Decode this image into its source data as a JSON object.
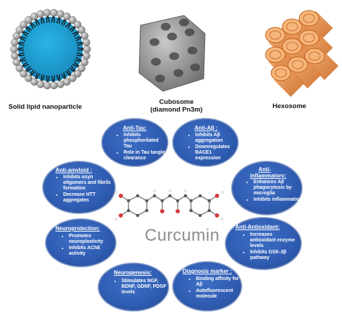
{
  "nanocarriers": {
    "sln_label": "Solid lipid nanoparticle",
    "cubosome_label_line1": "Cubosome",
    "cubosome_label_line2": "(diamond Pn3m)",
    "hexosome_label": "Hexosome"
  },
  "center_label": "Curcumin",
  "colors": {
    "oval_fill": "#2f5db3",
    "oval_border": "#9fb4d8",
    "sln_core": "#1fa3d6",
    "hexosome": "#d9782d",
    "cubosome": "#8a8a8a"
  },
  "effects": {
    "anti_tau": {
      "title": "Anti-Tau:",
      "items": [
        "Inhibits phosphorilated Tau",
        "Role in Tau tangle clearance"
      ]
    },
    "anti_abeta": {
      "title": "Anti-Aβ :",
      "items": [
        "Inhibits Aβ aggregation",
        "Downregulates BACE1 expression"
      ]
    },
    "anti_amyloid": {
      "title": "Anti-amyloid :",
      "items": [
        "Inhibits αsyn oligomers and fibrils formation",
        "Decrease HTT aggregates"
      ]
    },
    "anti_inflammatory": {
      "title_line1": "Anti-",
      "title_line2": "inflammatory:",
      "items": [
        "Enhances Aβ phagocytosis by microglia",
        "Inhibits inflammation"
      ]
    },
    "neuroprotection": {
      "title": "Neuroprotection:",
      "items": [
        "Promotes neuroplasticity",
        "Inhibits AChE activity"
      ]
    },
    "anti_antioxidant": {
      "title": "Anti-Antioxidant:",
      "items": [
        "Increases antioxidant enzyme levels",
        "Inhibits GSK-3β pathway"
      ]
    },
    "neurogenesis": {
      "title": "Neurogenesis:",
      "items": [
        "Stimulates NGF, BDNF, GDNF, PDGF levels"
      ]
    },
    "diagnosis_marker": {
      "title": "Diagnosis marker :",
      "items": [
        "Binding affinity for Aβ",
        "Autofluorescent molecule"
      ]
    }
  }
}
